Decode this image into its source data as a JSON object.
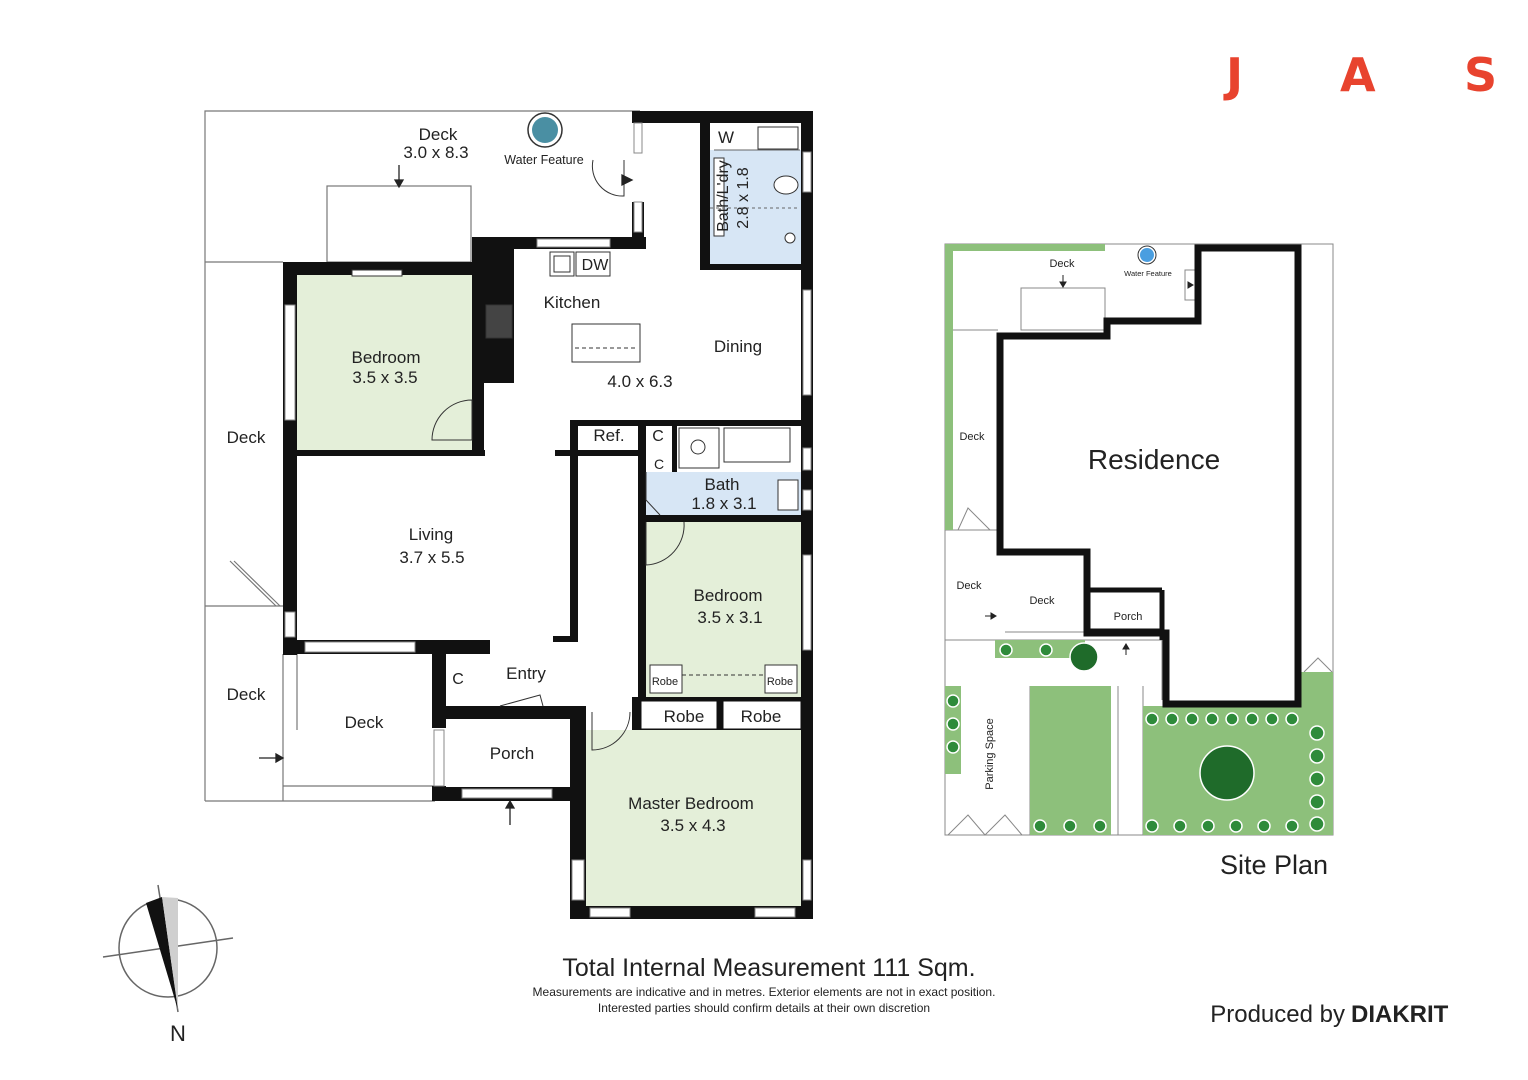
{
  "brand": {
    "letters": [
      "J",
      "A",
      "S"
    ],
    "color": "#e8432e"
  },
  "floor_plan": {
    "rooms": {
      "deck_top": {
        "name": "Deck",
        "size": "3.0 x 8.3"
      },
      "water_feature": "Water Feature",
      "laundry_w": "W",
      "bath_laundry": {
        "name": "Bath/L'dry",
        "size": "2.8 x 1.8"
      },
      "dw": "DW",
      "kitchen": "Kitchen",
      "dining": "Dining",
      "kitchen_dining_size": "4.0 x 6.3",
      "bedroom_1": {
        "name": "Bedroom",
        "size": "3.5 x 3.5"
      },
      "deck_west": "Deck",
      "living": {
        "name": "Living",
        "size": "3.7 x 5.5"
      },
      "ref": "Ref.",
      "cupboard": "C",
      "bath": {
        "name": "Bath",
        "size": "1.8 x 3.1"
      },
      "bedroom_2": {
        "name": "Bedroom",
        "size": "3.5 x 3.1"
      },
      "robe_small": "Robe",
      "entry": "Entry",
      "deck_sw": "Deck",
      "deck_south": "Deck",
      "porch": "Porch",
      "robe": "Robe",
      "master": {
        "name": "Master Bedroom",
        "size": "3.5 x 4.3"
      }
    },
    "colors": {
      "bedroom": "#e4efd9",
      "wet": "#d7e6f5",
      "wall": "#111111",
      "outline": "#666666"
    }
  },
  "site_plan": {
    "title": "Site Plan",
    "residence": "Residence",
    "deck": "Deck",
    "water_feature": "Water Feature",
    "porch": "Porch",
    "parking": "Parking Space",
    "colors": {
      "lawn": "#8dc07b",
      "tree": "#2e8b3a",
      "tree_dark": "#1f6b2a"
    }
  },
  "footer": {
    "total": "Total Internal Measurement 111 Sqm.",
    "note_1": "Measurements are indicative and in metres. Exterior elements are not in exact position.",
    "note_2": "Interested parties should confirm details at their own discretion",
    "produced_by": "Produced by",
    "producer": "DIAKRIT"
  },
  "compass": {
    "label": "N"
  }
}
